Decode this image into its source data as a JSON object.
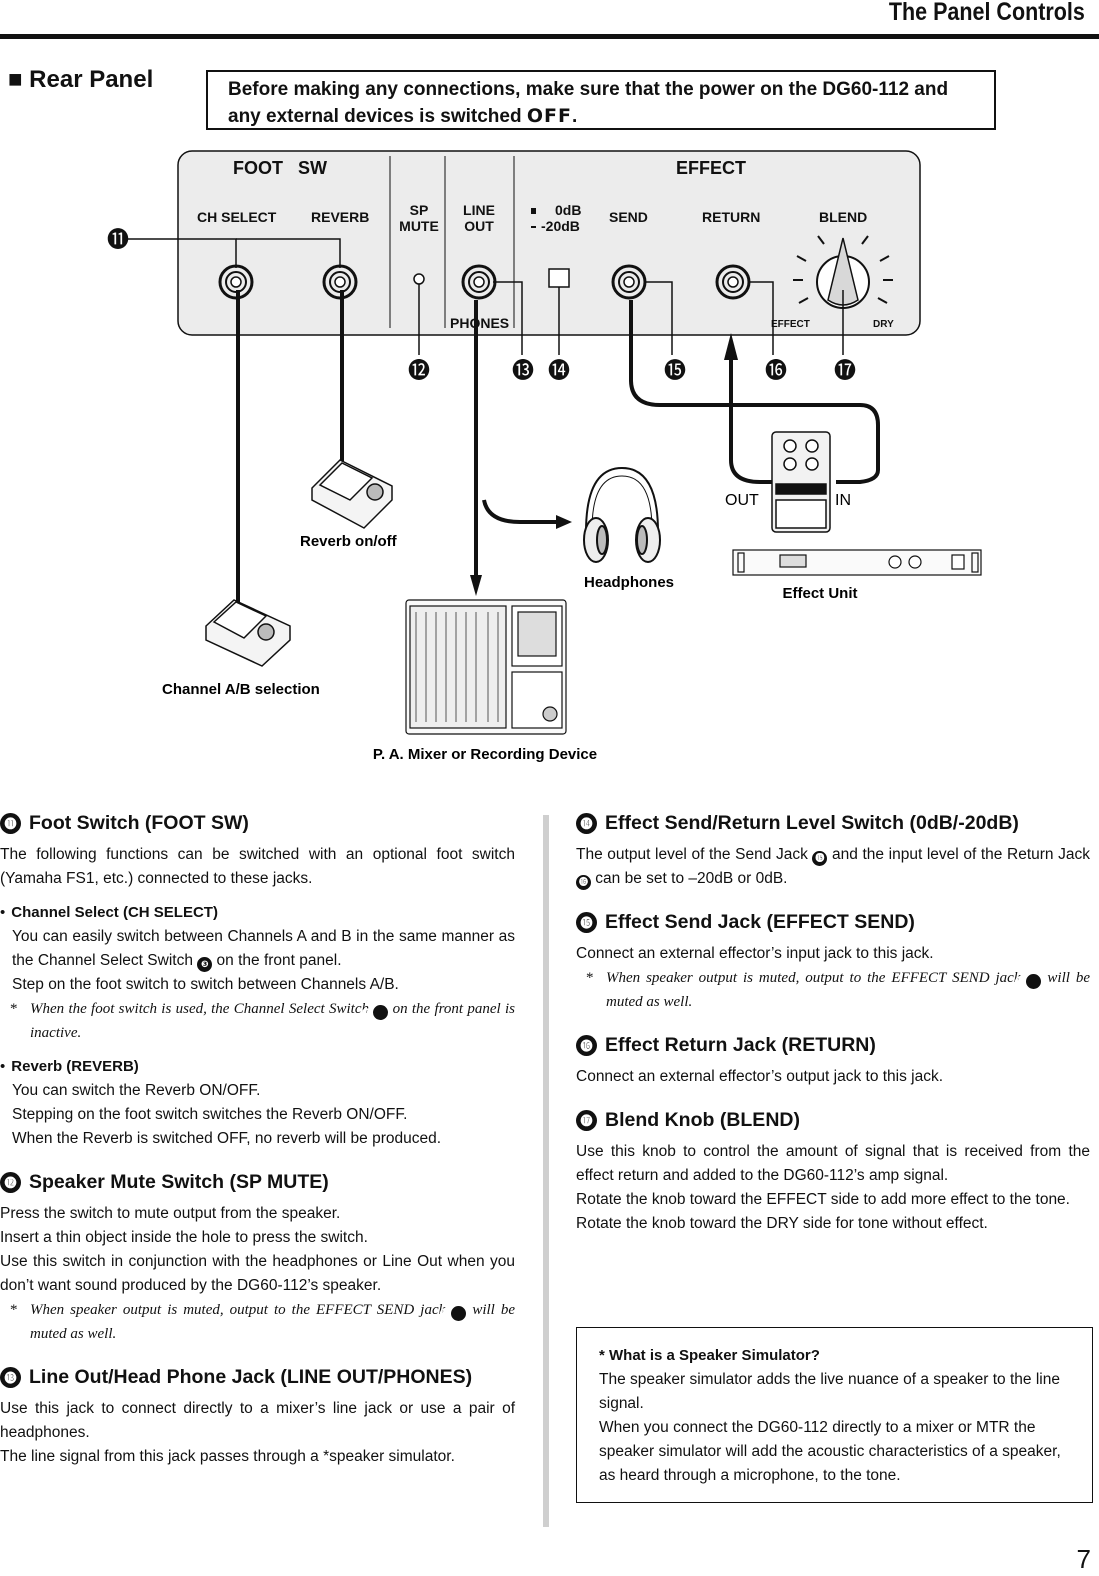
{
  "header": {
    "title": "The Panel Controls"
  },
  "section": {
    "title": "■ Rear Panel"
  },
  "warning": {
    "text": "Before making any connections, make sure that the power on the DG60-112 and any external devices is switched",
    "off": "OFF",
    "tail": "."
  },
  "panel": {
    "foot_sw": "FOOT   SW",
    "effect": "EFFECT",
    "ch_select": "CH SELECT",
    "reverb": "REVERB",
    "sp": "SP",
    "mute": "MUTE",
    "line": "LINE",
    "out": "OUT",
    "zero_db": "0dB",
    "minus20_db": "-20dB",
    "send": "SEND",
    "return": "RETURN",
    "blend": "BLEND",
    "phones": "PHONES",
    "effect_small": "EFFECT",
    "dry": "DRY"
  },
  "callouts": [
    "⓫",
    "⓬",
    "⓭",
    "⓮",
    "⓯",
    "⓰",
    "⓱"
  ],
  "devices": {
    "reverb_onoff": "Reverb on/off",
    "channel_ab": "Channel A/B selection",
    "mixer": "P. A. Mixer or Recording Device",
    "headphones": "Headphones",
    "effect_unit": "Effect Unit",
    "out": "OUT",
    "in": "IN"
  },
  "left": {
    "s11": {
      "num": "⓫",
      "title": "Foot Switch (FOOT SW)",
      "intro": "The following functions can be switched with an optional foot switch (Yamaha FS1, etc.) connected to these jacks.",
      "b1_head": "Channel Select (CH SELECT)",
      "b1_l1": "You can easily switch between Channels A and B in the same manner as the Channel Select Switch",
      "b1_l1_ref": "❸",
      "b1_l1_tail": " on the front panel.",
      "b1_l2": "Step on the foot switch to switch between Channels A/B.",
      "b1_note_a": "When the foot switch is used, the Channel Select Switch",
      "b1_note_ref": "❸",
      "b1_note_b": " on the front panel is inactive.",
      "b2_head": "Reverb (REVERB)",
      "b2_l1": "You can switch the Reverb ON/OFF.",
      "b2_l2": "Stepping on the foot switch switches the Reverb ON/OFF.",
      "b2_l3": "When the Reverb is switched OFF, no reverb will be produced."
    },
    "s12": {
      "num": "⓬",
      "title": "Speaker Mute Switch (SP MUTE)",
      "l1": "Press the switch to mute output from the speaker.",
      "l2": "Insert a thin object inside the hole to press the switch.",
      "l3": "Use this switch in conjunction with the headphones or Line Out when you don’t want sound produced by the DG60-112’s speaker.",
      "note_a": "When speaker output is muted, output to the EFFECT SEND jack",
      "note_ref": "⓯",
      "note_b": " will be muted as well."
    },
    "s13": {
      "num": "⓭",
      "title": "Line Out/Head Phone Jack (LINE OUT/PHONES)",
      "l1": "Use this jack to connect directly to a mixer’s line jack or use a pair of headphones.",
      "l2": "The line signal from this jack passes through a *speaker simulator."
    }
  },
  "right": {
    "s14": {
      "num": "⓮",
      "title": "Effect Send/Return Level Switch (0dB/-20dB)",
      "a": "The output level of the Send Jack",
      "ref1": "⓯",
      "b": " and the input level of the Return Jack",
      "ref2": "⓰",
      "c": " can be set to –20dB or 0dB."
    },
    "s15": {
      "num": "⓯",
      "title": "Effect Send Jack (EFFECT SEND)",
      "l1": "Connect an external effector’s input jack to this jack.",
      "note_a": "When speaker output is muted, output to the EFFECT SEND jack",
      "note_ref": "⓯",
      "note_b": " will be muted as well."
    },
    "s16": {
      "num": "⓰",
      "title": "Effect Return Jack (RETURN)",
      "l1": "Connect an external effector’s output jack to this jack."
    },
    "s17": {
      "num": "⓱",
      "title": "Blend Knob (BLEND)",
      "l1": "Use this knob to control the amount of signal that is received from the effect return and added to the DG60-112’s amp signal.",
      "l2": "Rotate the knob toward the EFFECT side to add more effect to the tone.",
      "l3": "Rotate the knob toward the DRY side for tone without effect."
    }
  },
  "simulator": {
    "title": "* What is a Speaker Simulator?",
    "l1": "The speaker simulator adds the live nuance of a speaker to the line signal.",
    "l2": "When you connect the DG60-112 directly to a mixer or MTR the speaker simulator will add the acoustic characteristics of a speaker, as heard through a microphone, to the tone."
  },
  "page_number": "7"
}
